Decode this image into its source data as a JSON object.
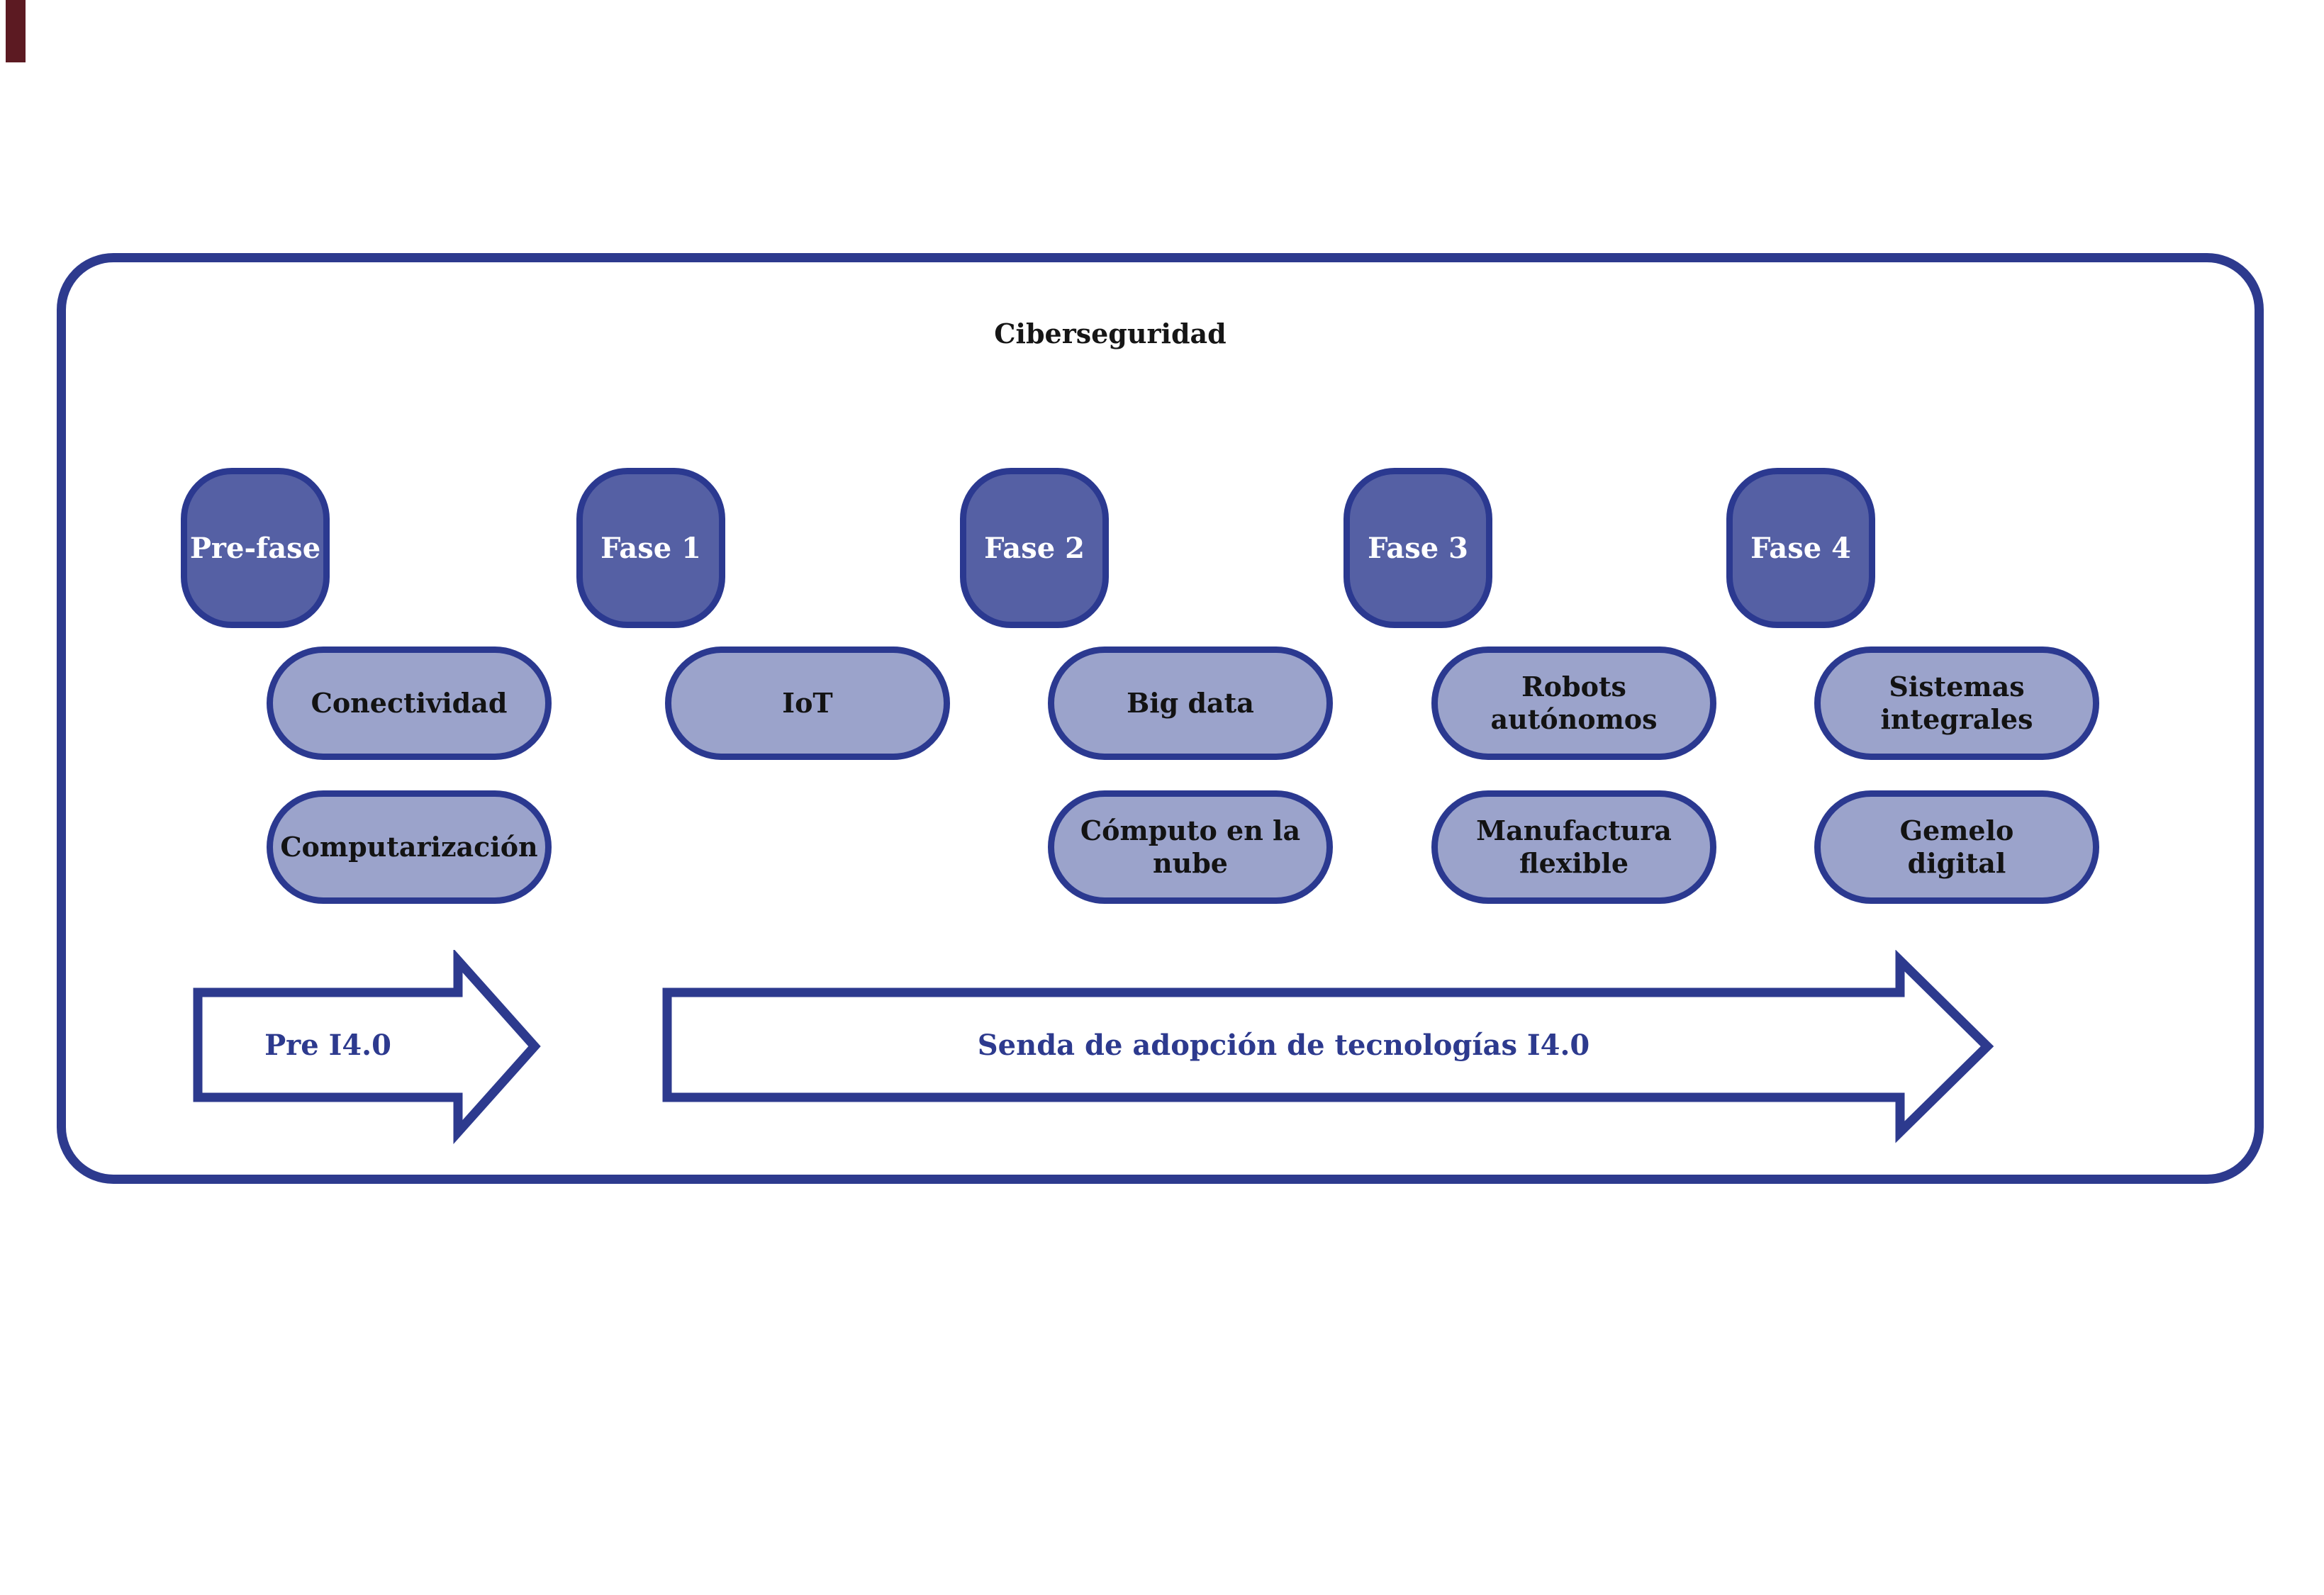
{
  "title": "Ciberseguridad",
  "colors": {
    "outline_navy": "#2d3a8e",
    "phase_fill": "#5560a4",
    "phase_border": "#2b3990",
    "phase_text": "#ffffff",
    "tech_fill": "#9ba3cb",
    "tech_text": "#131313",
    "arrow_fill": "#ffffff",
    "arrow_text": "#2d3a8e",
    "corner_mark": "#5c1a22",
    "background": "#ffffff"
  },
  "phases": [
    {
      "label": "Pre-fase",
      "technologies": [
        "Conectividad",
        "Computarización"
      ]
    },
    {
      "label": "Fase 1",
      "technologies": [
        "IoT"
      ]
    },
    {
      "label": "Fase 2",
      "technologies": [
        "Big data",
        "Cómputo en la\nnube"
      ]
    },
    {
      "label": "Fase 3",
      "technologies": [
        "Robots\nautónomos",
        "Manufactura\nflexible"
      ]
    },
    {
      "label": "Fase 4",
      "technologies": [
        "Sistemas\nintegrales",
        "Gemelo\ndigital"
      ]
    }
  ],
  "arrows": {
    "pre_label": "Pre I4.0",
    "main_label": "Senda de adopción de tecnologías I4.0"
  }
}
